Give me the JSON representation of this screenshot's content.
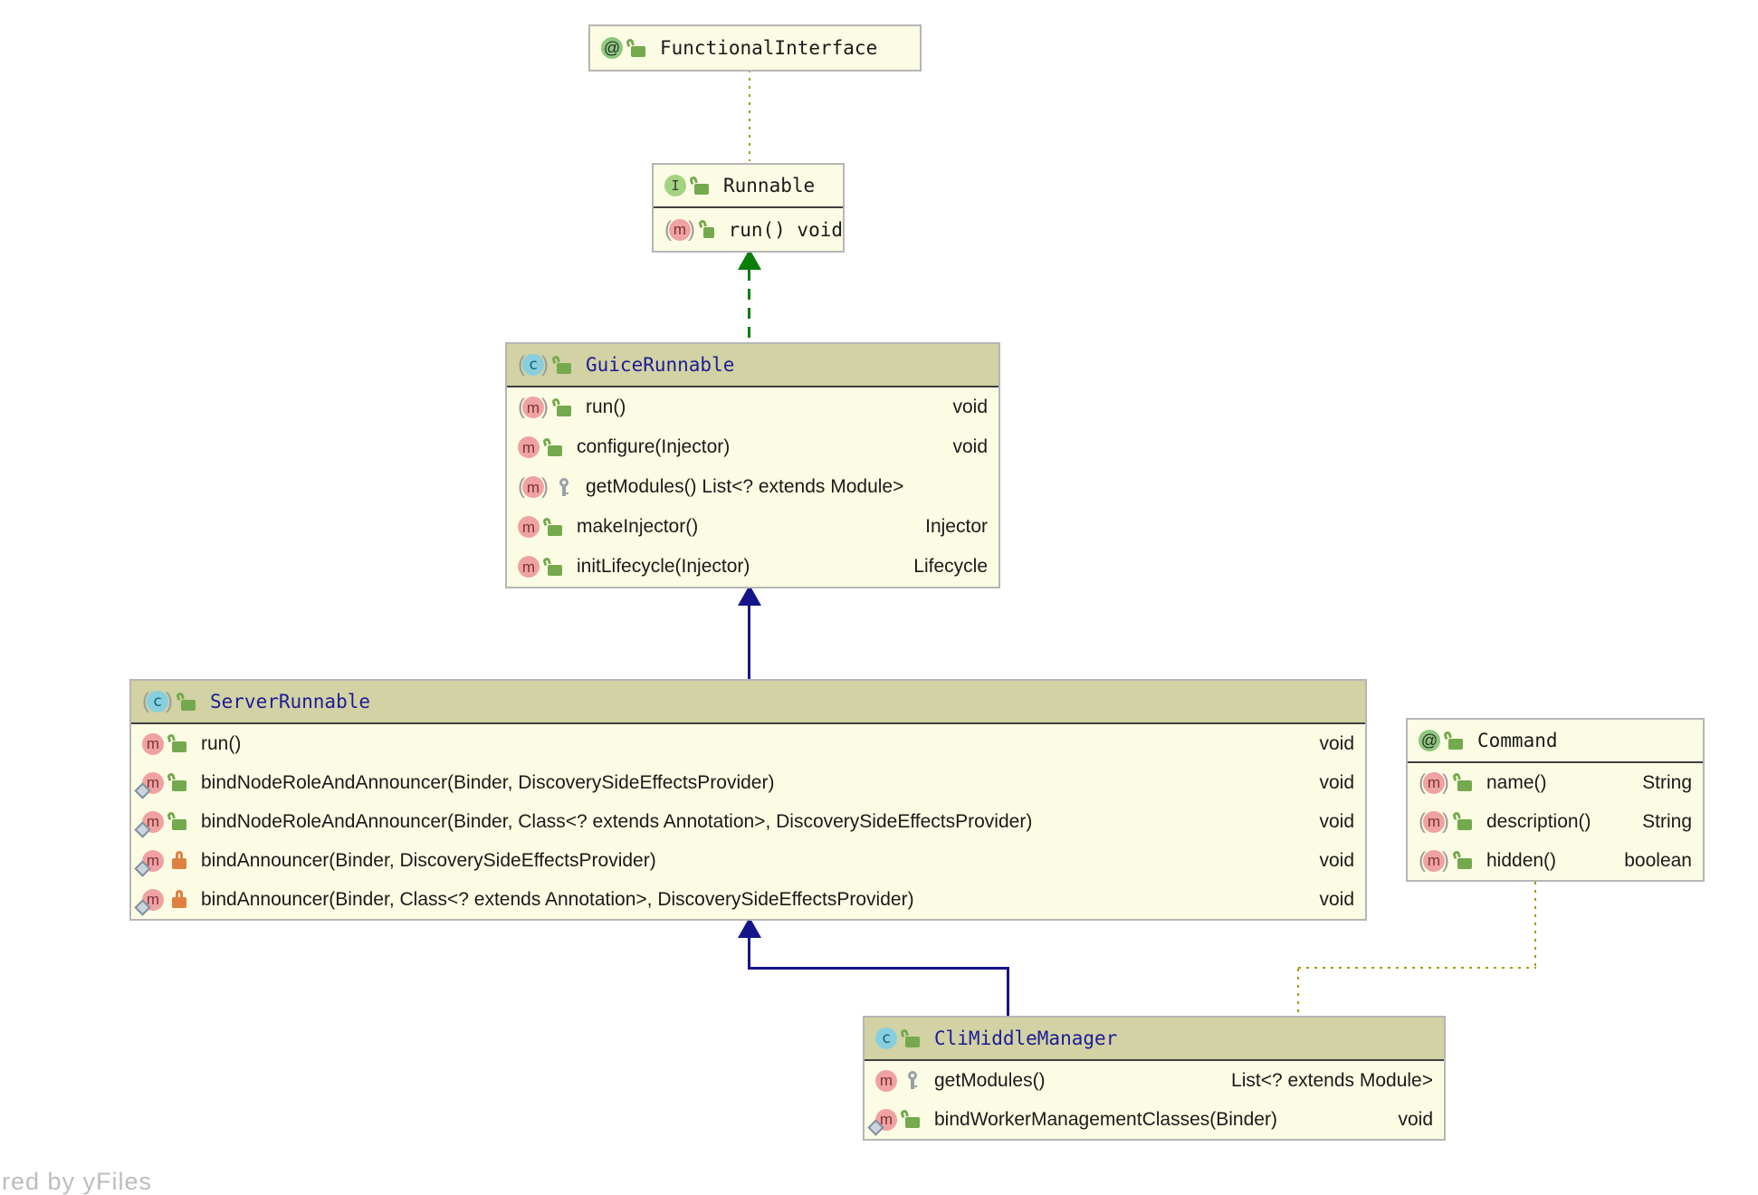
{
  "diagram": {
    "watermark": "red by yFiles",
    "colors": {
      "node_body": "#fcfce4",
      "node_header": "#d2d2a4",
      "node_border": "#b6b6b6",
      "header_divider": "#3f3f3f",
      "title_class": "#1c1c97",
      "title_plain": "#1a1a1a",
      "extends_edge": "#15158b",
      "implements_edge": "#0a7d0a",
      "annotation_edge": "#a79a00"
    }
  },
  "nodes": {
    "functional_interface": {
      "title": "FunctionalInterface",
      "kind": "annotation",
      "visibility": "public",
      "members": []
    },
    "runnable": {
      "title": "Runnable",
      "kind": "interface",
      "visibility": "public",
      "members": [
        {
          "icon": "method-abstract",
          "visibility": "public",
          "label": "run() void",
          "ret": ""
        }
      ]
    },
    "guice_runnable": {
      "title": "GuiceRunnable",
      "kind": "abstract-class",
      "visibility": "public",
      "members": [
        {
          "icon": "method-abstract",
          "visibility": "public",
          "label": "run()",
          "ret": "void"
        },
        {
          "icon": "method",
          "visibility": "public",
          "label": "configure(Injector)",
          "ret": "void"
        },
        {
          "icon": "method-abstract",
          "visibility": "protected",
          "label": "getModules() List<? extends Module>",
          "ret": ""
        },
        {
          "icon": "method",
          "visibility": "public",
          "label": "makeInjector()",
          "ret": "Injector"
        },
        {
          "icon": "method",
          "visibility": "public",
          "label": "initLifecycle(Injector)",
          "ret": "Lifecycle"
        }
      ]
    },
    "server_runnable": {
      "title": "ServerRunnable",
      "kind": "abstract-class",
      "visibility": "public",
      "members": [
        {
          "icon": "method",
          "visibility": "public",
          "label": "run()",
          "ret": "void"
        },
        {
          "icon": "method-static",
          "visibility": "public",
          "label": "bindNodeRoleAndAnnouncer(Binder, DiscoverySideEffectsProvider)",
          "ret": "void"
        },
        {
          "icon": "method-static",
          "visibility": "public",
          "label": "bindNodeRoleAndAnnouncer(Binder, Class<? extends Annotation>, DiscoverySideEffectsProvider)",
          "ret": "void"
        },
        {
          "icon": "method-static",
          "visibility": "private",
          "label": "bindAnnouncer(Binder, DiscoverySideEffectsProvider)",
          "ret": "void"
        },
        {
          "icon": "method-static",
          "visibility": "private",
          "label": "bindAnnouncer(Binder, Class<? extends Annotation>, DiscoverySideEffectsProvider)",
          "ret": "void"
        }
      ]
    },
    "command": {
      "title": "Command",
      "kind": "annotation",
      "visibility": "public",
      "members": [
        {
          "icon": "method-abstract",
          "visibility": "public",
          "label": "name()",
          "ret": "String"
        },
        {
          "icon": "method-abstract",
          "visibility": "public",
          "label": "description()",
          "ret": "String"
        },
        {
          "icon": "method-abstract",
          "visibility": "public",
          "label": "hidden()",
          "ret": "boolean"
        }
      ]
    },
    "cli_middle_manager": {
      "title": "CliMiddleManager",
      "kind": "class",
      "visibility": "public",
      "members": [
        {
          "icon": "method",
          "visibility": "protected",
          "label": "getModules()",
          "ret": "List<? extends Module>"
        },
        {
          "icon": "method-static",
          "visibility": "public",
          "label": "bindWorkerManagementClasses(Binder)",
          "ret": "void"
        }
      ]
    }
  },
  "edges": [
    {
      "from": "Runnable",
      "to": "FunctionalInterface",
      "type": "annotated-by (dotted)"
    },
    {
      "from": "GuiceRunnable",
      "to": "Runnable",
      "type": "implements (green dashed, hollow-up arrow)"
    },
    {
      "from": "ServerRunnable",
      "to": "GuiceRunnable",
      "type": "extends (navy solid, up arrow)"
    },
    {
      "from": "CliMiddleManager",
      "to": "ServerRunnable",
      "type": "extends (navy solid, up arrow)"
    },
    {
      "from": "CliMiddleManager",
      "to": "Command",
      "type": "annotated-by (dotted)"
    }
  ]
}
